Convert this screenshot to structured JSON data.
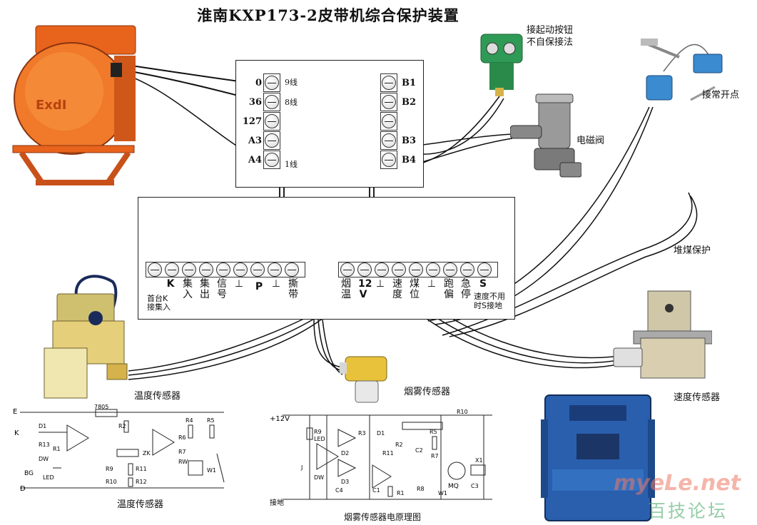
{
  "title": "淮南KXP173-2皮带机综合保护装置",
  "top_box": {
    "left_terminals": [
      "0",
      "36",
      "127",
      "A3",
      "A4"
    ],
    "left_wire_labels": [
      "9线",
      "8线",
      "1线"
    ],
    "right_terminals": [
      "B1",
      "B2",
      "",
      "B3",
      "B4"
    ]
  },
  "bottom_box": {
    "left_strip": [
      "K",
      "集\n入",
      "集\n出",
      "信\n号",
      "⊥",
      "P",
      "⊥",
      "撕\n带"
    ],
    "left_note": "首台K\n接集入",
    "right_strip": [
      "烟\n温",
      "12\nV",
      "⊥",
      "速\n度",
      "煤\n位",
      "⊥",
      "跑\n偏",
      "急\n停",
      "S"
    ],
    "right_note": "速度不用\n时S接地"
  },
  "labels": {
    "start_button": "接起动按钮\n不自保接法",
    "solenoid": "电磁阀",
    "belt_switch": "接常开点",
    "coal_pile": "堆煤保护",
    "temp_sensor": "温度传感器",
    "smoke_sensor": "烟雾传感器",
    "speed_sensor": "速度传感器",
    "temp_circuit": "温度传感器",
    "smoke_circuit": "烟雾传感器电原理图"
  },
  "enclosure_mark": "ExdI",
  "temp_schematic": {
    "labels": [
      "E",
      "K",
      "BG",
      "D",
      "D1",
      "R13",
      "R1",
      "DW",
      "LED",
      "7805",
      "R2",
      "ZK",
      "R9",
      "R10",
      "R11",
      "R12",
      "R6",
      "R7",
      "RW",
      "R4",
      "R5",
      "W1"
    ]
  },
  "smoke_schematic": {
    "labels": [
      "+12V",
      "R9",
      "LED",
      "J",
      "DW",
      "R3",
      "D1",
      "R2",
      "C2",
      "R5",
      "R10",
      "R7",
      "X1",
      "R11",
      "D2",
      "D3",
      "R1",
      "C1",
      "C4",
      "MQ",
      "C3",
      "R8",
      "W1"
    ],
    "ground_label": "接地"
  },
  "watermark": {
    "site": "myeLe.net",
    "forum": "百技论坛"
  },
  "colors": {
    "enclosure_orange": "#e8631c",
    "button_green": "#2f9a55",
    "panel_blue": "#2a5fae",
    "sensor_yellow": "#e8c23a",
    "brass": "#d5b24a"
  }
}
